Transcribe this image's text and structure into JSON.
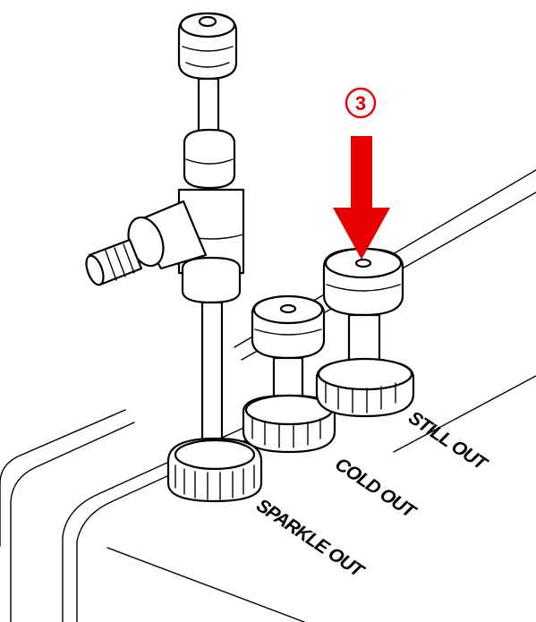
{
  "labels": {
    "still_out": "STILL OUT",
    "cold_out": "COLD OUT",
    "sparkle_out": "SPARKLE OUT"
  },
  "callout": {
    "step_number": "3",
    "color": "#e60000"
  },
  "colors": {
    "line": "#000000",
    "background": "#ffffff"
  }
}
